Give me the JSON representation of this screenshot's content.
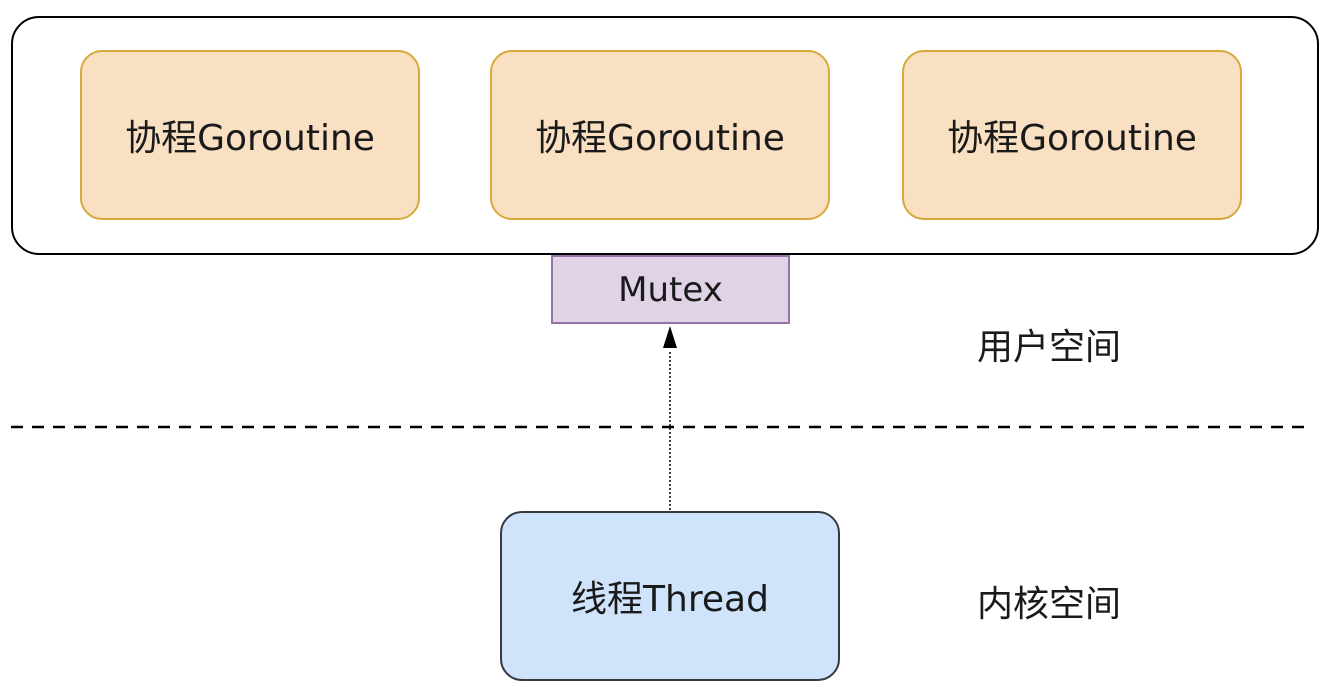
{
  "user_space": {
    "goroutines": [
      {
        "label": "协程Goroutine"
      },
      {
        "label": "协程Goroutine"
      },
      {
        "label": "协程Goroutine"
      }
    ],
    "mutex_label": "Mutex",
    "space_label": "用户空间"
  },
  "kernel_space": {
    "thread_label": "线程Thread",
    "space_label": "内核空间"
  },
  "colors": {
    "goroutine_fill": "#fae0c3",
    "goroutine_border": "#d6a93a",
    "mutex_fill": "#e0d3e6",
    "mutex_border": "#9673a6",
    "thread_fill": "#cfe3fb",
    "thread_border": "#36393d"
  }
}
